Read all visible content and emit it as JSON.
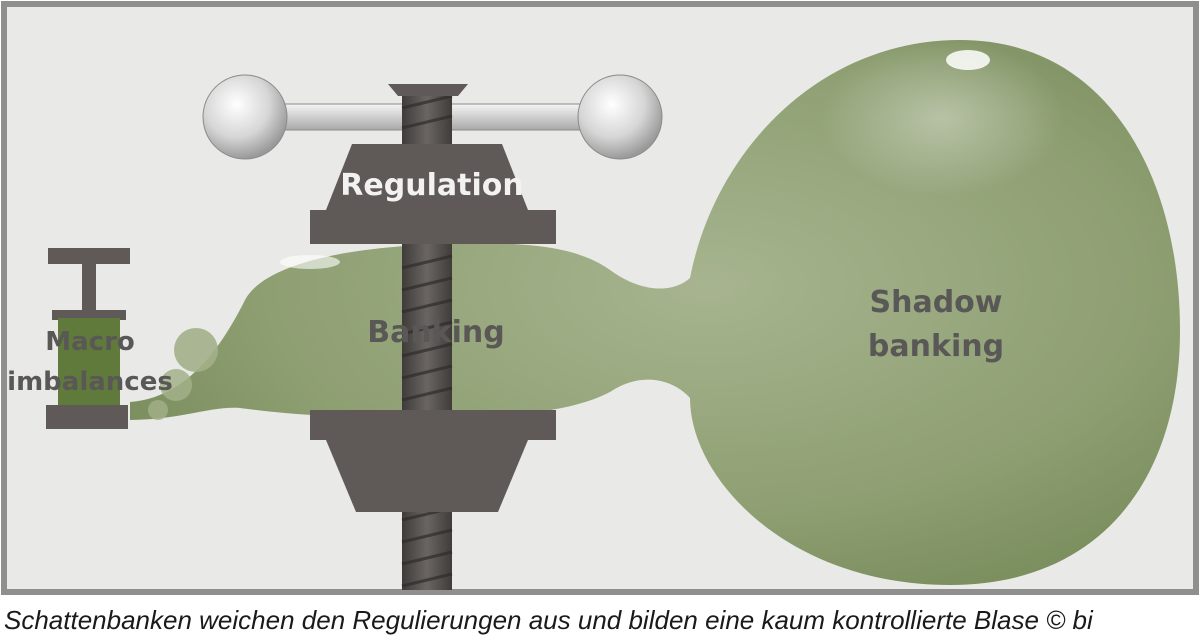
{
  "diagram": {
    "labels": {
      "regulation": "Regulation",
      "banking": "Banking",
      "shadow_banking_line1": "Shadow",
      "shadow_banking_line2": "banking",
      "macro_line1": "Macro",
      "macro_line2": "imbalances"
    },
    "colors": {
      "background": "#e9e9e7",
      "frame": "#8f8f8d",
      "balloon_green": "#8e9f72",
      "balloon_green_dark": "#7c8f5f",
      "press_gray": "#5f5a57",
      "screw_gray": "#4a4643",
      "macro_block_green": "#5f7a3a"
    }
  },
  "caption": {
    "text": "Schattenbanken weichen den Regulierungen aus und bilden eine kaum kontrollierte Blase © bi"
  }
}
